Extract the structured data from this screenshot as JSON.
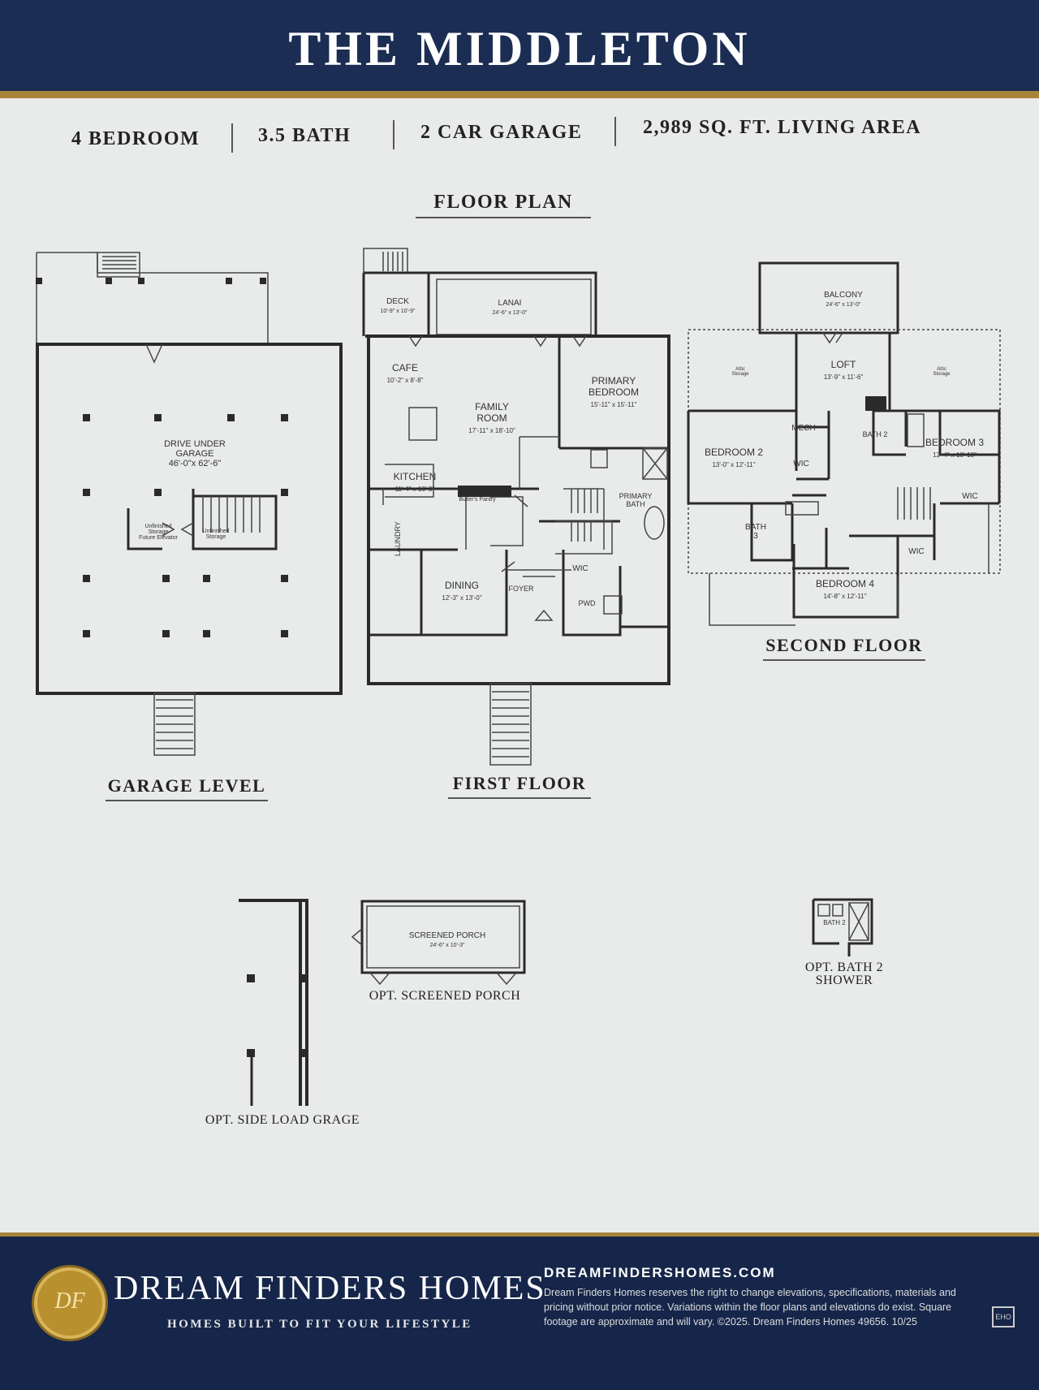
{
  "header": {
    "title": "THE MIDDLETON"
  },
  "specs": {
    "bedroom": "4 BEDROOM",
    "bath": "3.5 BATH",
    "garage": "2 CAR GARAGE",
    "area": "2,989 SQ. FT. LIVING AREA"
  },
  "floor_plan_heading": "FLOOR PLAN",
  "garage_level": {
    "label": "GARAGE LEVEL",
    "rooms": {
      "drive_under": "DRIVE UNDER\nGARAGE",
      "drive_under_dim": "46'-0\"x 62'-6\"",
      "unfinished_1": "Unfinished\nStorage\nFuture Elevator",
      "unfinished_2": "Unfinished\nStorage"
    }
  },
  "first_floor": {
    "label": "FIRST FLOOR",
    "rooms": {
      "deck": "DECK",
      "deck_dim": "10'-9\" x 10'-9\"",
      "lanai": "LANAI",
      "lanai_dim": "24'-6\" x 13'-0\"",
      "cafe": "CAFE",
      "cafe_dim": "10'-2\" x 8'-8\"",
      "family": "FAMILY\nROOM",
      "family_dim": "17'-11\" x 18'-10\"",
      "primary_bed": "PRIMARY\nBEDROOM",
      "primary_bed_dim": "15'-11\" x 15'-11\"",
      "kitchen": "KITCHEN",
      "kitchen_dim": "11'-4\" x 16'-3\"",
      "butlers": "Butler's Pantry",
      "laundry": "LAUNDRY",
      "primary_bath": "PRIMARY\nBATH",
      "wic": "WIC",
      "dining": "DINING",
      "dining_dim": "12'-3\" x 13'-0\"",
      "foyer": "FOYER",
      "pwd": "PWD"
    }
  },
  "second_floor": {
    "label": "SECOND FLOOR",
    "rooms": {
      "balcony": "BALCONY",
      "balcony_dim": "24'-6\" x 13'-0\"",
      "loft": "LOFT",
      "loft_dim": "13'-9\" x 11'-6\"",
      "mech": "MECH",
      "bath2": "BATH 2",
      "bed2": "BEDROOM 2",
      "bed2_dim": "13'-0\" x 12'-11\"",
      "bed3": "BEDROOM 3",
      "bed3_dim": "12'-4\" x 10'-10\"",
      "wic": "WIC",
      "bath3": "BATH\n3",
      "bed4": "BEDROOM 4",
      "bed4_dim": "14'-8\" x 12'-11\"",
      "attic": "Attic\nStorage"
    }
  },
  "options": {
    "side_load": "OPT. SIDE LOAD GRAGE",
    "screened_porch": "OPT. SCREENED PORCH",
    "screened_porch_room": "SCREENED PORCH",
    "screened_porch_dim": "24'-6\" x 10'-3\"",
    "bath2_shower": "OPT. BATH 2\nSHOWER",
    "bath2_room": "BATH 2"
  },
  "footer": {
    "seal": "DF",
    "brand": "DREAM FINDERS HOMES",
    "tagline": "HOMES BUILT TO FIT YOUR LIFESTYLE",
    "website": "DREAMFINDERSHOMES.COM",
    "disclaimer": "Dream Finders Homes reserves the right to change elevations, specifications, materials and pricing without prior notice. Variations within the floor plans and elevations do exist. Square footage are approximate and will vary. ©2025. Dream Finders Homes 49656. 10/25",
    "eho": "EHO"
  },
  "colors": {
    "banner": "#1b2d52",
    "accent": "#a8833c",
    "paper": "#e9eaea"
  }
}
